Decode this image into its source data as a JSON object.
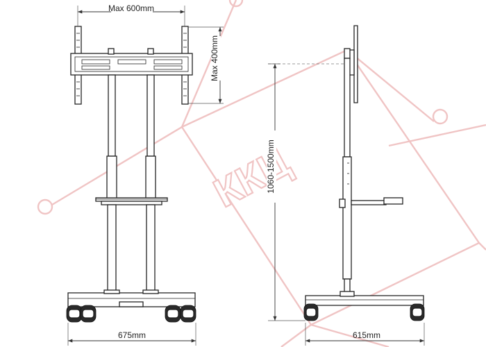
{
  "dimensions": {
    "width_max": "Max 600mm",
    "height_max": "Max 400mm",
    "height_range": "1060-1500mm",
    "base_width": "675mm",
    "base_depth": "615mm"
  },
  "watermark": {
    "text": "ККЦ",
    "color": "#f0c4c4"
  },
  "colors": {
    "line": "#222222",
    "wheel": "#2a2a2a",
    "background": "#ffffff"
  }
}
